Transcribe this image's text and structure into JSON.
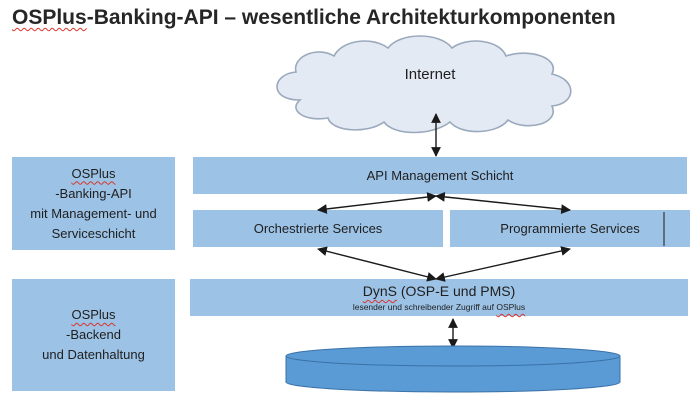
{
  "title": {
    "part1": "OSPlus",
    "part2": "-Banking-API – wesentliche Architekturkomponenten"
  },
  "cloud": {
    "label": "Internet"
  },
  "left_top": {
    "line1_a": "OSPlus",
    "line1_b": "-Banking-API",
    "line2": "mit Management- und",
    "line3": "Serviceschicht"
  },
  "left_bottom": {
    "line1_a": "OSPlus",
    "line1_b": "-Backend",
    "line2": "und Datenhaltung"
  },
  "api_layer": {
    "label": "API Management Schicht"
  },
  "orchestrated": {
    "label": "Orchestrierte Services"
  },
  "programmed": {
    "label": "Programmierte Services"
  },
  "dyns": {
    "title_a": "DynS",
    "title_b": " (OSP-E und PMS)",
    "sub_a": "lesender und schreibender Zugriff auf ",
    "sub_b": "OSPlus"
  },
  "colors": {
    "box": "#9cc2e5",
    "database": "#5b9bd5",
    "cloud_fill": "#e4eaf3",
    "cloud_stroke": "#9aa9bd",
    "arrow": "#1a1a1a",
    "spellcheck": "#d9342b"
  }
}
